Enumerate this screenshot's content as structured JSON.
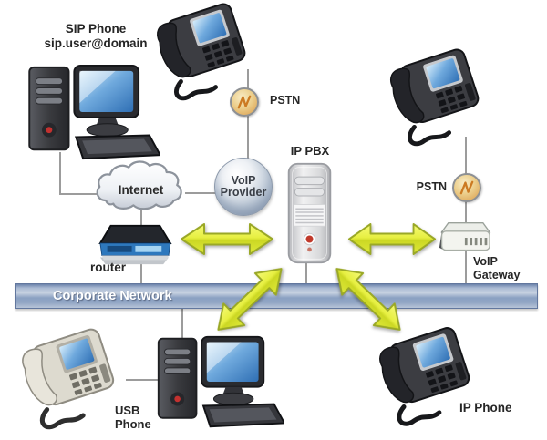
{
  "diagram": {
    "labels": {
      "sip_phone": {
        "line1": "SIP Phone",
        "line2": "sip.user@domain"
      },
      "pstn_top": "PSTN",
      "internet": "Internet",
      "voip_provider": {
        "line1": "VoIP",
        "line2": "Provider"
      },
      "ip_pbx": "IP PBX",
      "pstn_right": "PSTN",
      "voip_gateway": {
        "line1": "VoIP",
        "line2": "Gateway"
      },
      "router": "router",
      "corporate_network": "Corporate Network",
      "usb_phone": {
        "line1": "USB",
        "line2": "Phone"
      },
      "ip_phone": "IP Phone"
    },
    "icons": {
      "pstn_badge": "lightning-circle-icon",
      "internet_cloud": "cloud-icon",
      "voip_provider_sphere": "sphere-icon",
      "desk_phone": "desk-phone-icon",
      "desktop_computer": "desktop-computer-icon",
      "server_tower": "server-tower-icon",
      "router_device": "router-icon",
      "gateway_device": "gateway-icon",
      "link_arrow": "double-arrow-icon"
    },
    "colors": {
      "background": "#ffffff",
      "arrow_fill": "#e0ea3c",
      "arrow_stroke": "#9aa827",
      "network_bar_blue": "#8aa0c2",
      "network_bar_text": "#ffffff",
      "pstn_badge_fill": "#e8c37e",
      "pstn_bolt": "#cc7a22",
      "connector_line": "#9c9c9c",
      "label_text": "#262626",
      "screen_blue": "#3f87c9"
    },
    "connections": [
      {
        "from": "sip-phone-computer",
        "to": "internet",
        "type": "line"
      },
      {
        "from": "desk-phone-top",
        "to": "voip-provider",
        "via": "pstn-badge-top",
        "type": "line"
      },
      {
        "from": "internet",
        "to": "voip-provider",
        "type": "line"
      },
      {
        "from": "internet",
        "to": "router",
        "type": "line"
      },
      {
        "from": "router",
        "to": "corporate-network",
        "type": "line"
      },
      {
        "from": "router",
        "to": "ip-pbx",
        "type": "double-arrow"
      },
      {
        "from": "ip-pbx",
        "to": "voip-gateway",
        "type": "double-arrow"
      },
      {
        "from": "ip-pbx",
        "to": "corporate-network",
        "type": "line"
      },
      {
        "from": "ip-pbx",
        "to": "corporate-network-left-segment",
        "type": "double-arrow"
      },
      {
        "from": "ip-pbx",
        "to": "corporate-network-right-segment",
        "type": "double-arrow"
      },
      {
        "from": "desk-phone-right",
        "to": "voip-gateway",
        "via": "pstn-badge-right",
        "type": "line"
      },
      {
        "from": "voip-gateway",
        "to": "corporate-network",
        "type": "line"
      },
      {
        "from": "corporate-network",
        "to": "usb-phone-computer",
        "type": "line"
      },
      {
        "from": "usb-phone",
        "to": "usb-phone-computer",
        "type": "line"
      }
    ]
  }
}
